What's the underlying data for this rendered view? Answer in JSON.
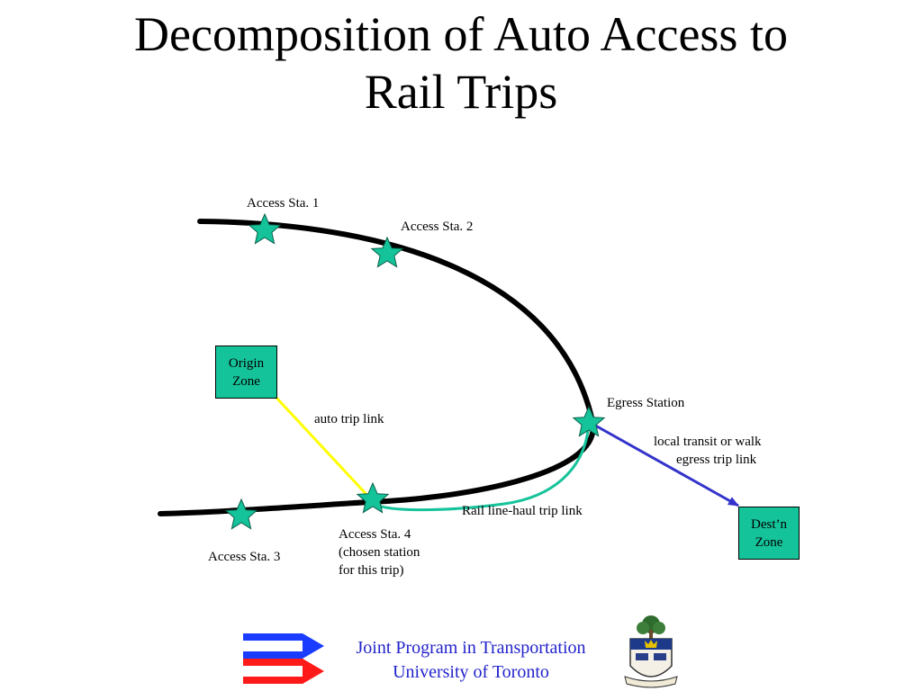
{
  "title": {
    "line1": "Decomposition of Auto Access to",
    "line2": "Rail Trips"
  },
  "diagram": {
    "labels": {
      "access_sta_1": "Access Sta. 1",
      "access_sta_2": "Access Sta. 2",
      "access_sta_3": "Access Sta. 3",
      "access_sta_4_line1": "Access Sta. 4",
      "access_sta_4_line2": "(chosen station",
      "access_sta_4_line3": "for this trip)",
      "egress_station": "Egress Station",
      "auto_trip_link": "auto trip link",
      "local_transit_line1": "local transit or walk",
      "local_transit_line2": "egress trip link",
      "rail_line_haul": "Rail line-haul trip link"
    },
    "origin_zone": {
      "line1": "Origin",
      "line2": "Zone"
    },
    "dest_zone": {
      "line1": "Dest’n",
      "line2": "Zone"
    },
    "colors": {
      "rail_line": "#000000",
      "station_fill": "#15c39a",
      "auto_link": "#ffff00",
      "rail_haul_link": "#15c39a",
      "egress_link": "#3333cc"
    }
  },
  "footer": {
    "line1": "Joint Program in Transportation",
    "line2": "University of Toronto",
    "logo_icon": "jpt-logo-icon",
    "crest_icon": "university-crest-icon",
    "text_color": "#2323cc"
  }
}
